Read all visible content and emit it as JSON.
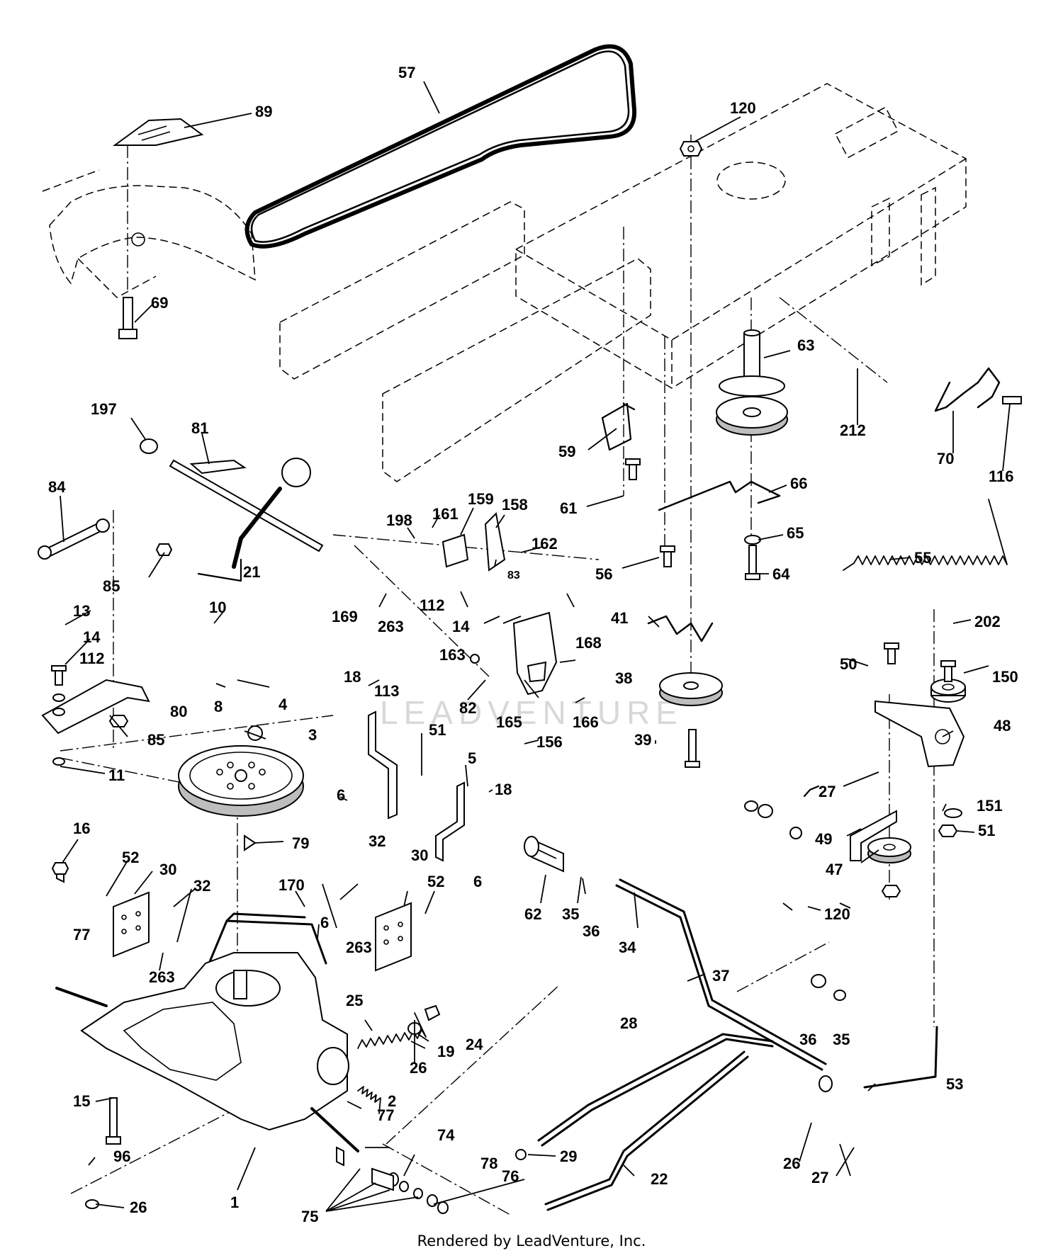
{
  "diagram": {
    "watermark": "LEADVENTURE",
    "footer": "Rendered by LeadVenture, Inc.",
    "callouts": [
      {
        "id": "c57",
        "label": "57"
      },
      {
        "id": "c89",
        "label": "89"
      },
      {
        "id": "c120a",
        "label": "120"
      },
      {
        "id": "c69",
        "label": "69"
      },
      {
        "id": "c63",
        "label": "63"
      },
      {
        "id": "c212",
        "label": "212"
      },
      {
        "id": "c70",
        "label": "70"
      },
      {
        "id": "c116",
        "label": "116"
      },
      {
        "id": "c197",
        "label": "197"
      },
      {
        "id": "c81",
        "label": "81"
      },
      {
        "id": "c59",
        "label": "59"
      },
      {
        "id": "c84",
        "label": "84"
      },
      {
        "id": "c61",
        "label": "61"
      },
      {
        "id": "c66",
        "label": "66"
      },
      {
        "id": "c159",
        "label": "159"
      },
      {
        "id": "c158",
        "label": "158"
      },
      {
        "id": "c198",
        "label": "198"
      },
      {
        "id": "c161",
        "label": "161"
      },
      {
        "id": "c162",
        "label": "162"
      },
      {
        "id": "c65",
        "label": "65"
      },
      {
        "id": "c55",
        "label": "55"
      },
      {
        "id": "c85a",
        "label": "85"
      },
      {
        "id": "c21",
        "label": "21"
      },
      {
        "id": "c56",
        "label": "56"
      },
      {
        "id": "c64",
        "label": "64"
      },
      {
        "id": "c112a",
        "label": "112"
      },
      {
        "id": "c169",
        "label": "169"
      },
      {
        "id": "c263a",
        "label": "263"
      },
      {
        "id": "c83",
        "label": "83"
      },
      {
        "id": "c14a",
        "label": "14"
      },
      {
        "id": "c13",
        "label": "13"
      },
      {
        "id": "c10",
        "label": "10"
      },
      {
        "id": "c41",
        "label": "41"
      },
      {
        "id": "c202",
        "label": "202"
      },
      {
        "id": "c163",
        "label": "163"
      },
      {
        "id": "c14b",
        "label": "14"
      },
      {
        "id": "c168",
        "label": "168"
      },
      {
        "id": "c112b",
        "label": "112"
      },
      {
        "id": "c18a",
        "label": "18"
      },
      {
        "id": "c113",
        "label": "113"
      },
      {
        "id": "c50",
        "label": "50"
      },
      {
        "id": "c38",
        "label": "38"
      },
      {
        "id": "c150",
        "label": "150"
      },
      {
        "id": "c8",
        "label": "8"
      },
      {
        "id": "c4",
        "label": "4"
      },
      {
        "id": "c82",
        "label": "82"
      },
      {
        "id": "c80",
        "label": "80"
      },
      {
        "id": "c165",
        "label": "165"
      },
      {
        "id": "c166",
        "label": "166"
      },
      {
        "id": "c3",
        "label": "3"
      },
      {
        "id": "c51a",
        "label": "51"
      },
      {
        "id": "c85b",
        "label": "85"
      },
      {
        "id": "c156",
        "label": "156"
      },
      {
        "id": "c39",
        "label": "39"
      },
      {
        "id": "c48",
        "label": "48"
      },
      {
        "id": "c11",
        "label": "11"
      },
      {
        "id": "c5",
        "label": "5"
      },
      {
        "id": "c18b",
        "label": "18"
      },
      {
        "id": "c27a",
        "label": "27"
      },
      {
        "id": "c6a",
        "label": "6"
      },
      {
        "id": "c151",
        "label": "151"
      },
      {
        "id": "c16",
        "label": "16"
      },
      {
        "id": "c32a",
        "label": "32"
      },
      {
        "id": "c79",
        "label": "79"
      },
      {
        "id": "c51b",
        "label": "51"
      },
      {
        "id": "c49",
        "label": "49"
      },
      {
        "id": "c52a",
        "label": "52"
      },
      {
        "id": "c30a",
        "label": "30"
      },
      {
        "id": "c30b",
        "label": "30"
      },
      {
        "id": "c6b",
        "label": "6"
      },
      {
        "id": "c62",
        "label": "62"
      },
      {
        "id": "c47",
        "label": "47"
      },
      {
        "id": "c32b",
        "label": "32"
      },
      {
        "id": "c170",
        "label": "170"
      },
      {
        "id": "c52b",
        "label": "52"
      },
      {
        "id": "c35a",
        "label": "35"
      },
      {
        "id": "c36a",
        "label": "36"
      },
      {
        "id": "c120b",
        "label": "120"
      },
      {
        "id": "c6c",
        "label": "6"
      },
      {
        "id": "c34",
        "label": "34"
      },
      {
        "id": "c77a",
        "label": "77"
      },
      {
        "id": "c263b",
        "label": "263"
      },
      {
        "id": "c263c",
        "label": "263"
      },
      {
        "id": "c37",
        "label": "37"
      },
      {
        "id": "c25",
        "label": "25"
      },
      {
        "id": "c28",
        "label": "28"
      },
      {
        "id": "c19",
        "label": "19"
      },
      {
        "id": "c24",
        "label": "24"
      },
      {
        "id": "c36b",
        "label": "36"
      },
      {
        "id": "c35b",
        "label": "35"
      },
      {
        "id": "c26a",
        "label": "26"
      },
      {
        "id": "c53",
        "label": "53"
      },
      {
        "id": "c15",
        "label": "15"
      },
      {
        "id": "c2",
        "label": "2"
      },
      {
        "id": "c77b",
        "label": "77"
      },
      {
        "id": "c29",
        "label": "29"
      },
      {
        "id": "c74",
        "label": "74"
      },
      {
        "id": "c96",
        "label": "96"
      },
      {
        "id": "c22",
        "label": "22"
      },
      {
        "id": "c26b",
        "label": "26"
      },
      {
        "id": "c1",
        "label": "1"
      },
      {
        "id": "c78",
        "label": "78"
      },
      {
        "id": "c76",
        "label": "76"
      },
      {
        "id": "c27b",
        "label": "27"
      },
      {
        "id": "c26c",
        "label": "26"
      },
      {
        "id": "c75",
        "label": "75"
      }
    ]
  }
}
